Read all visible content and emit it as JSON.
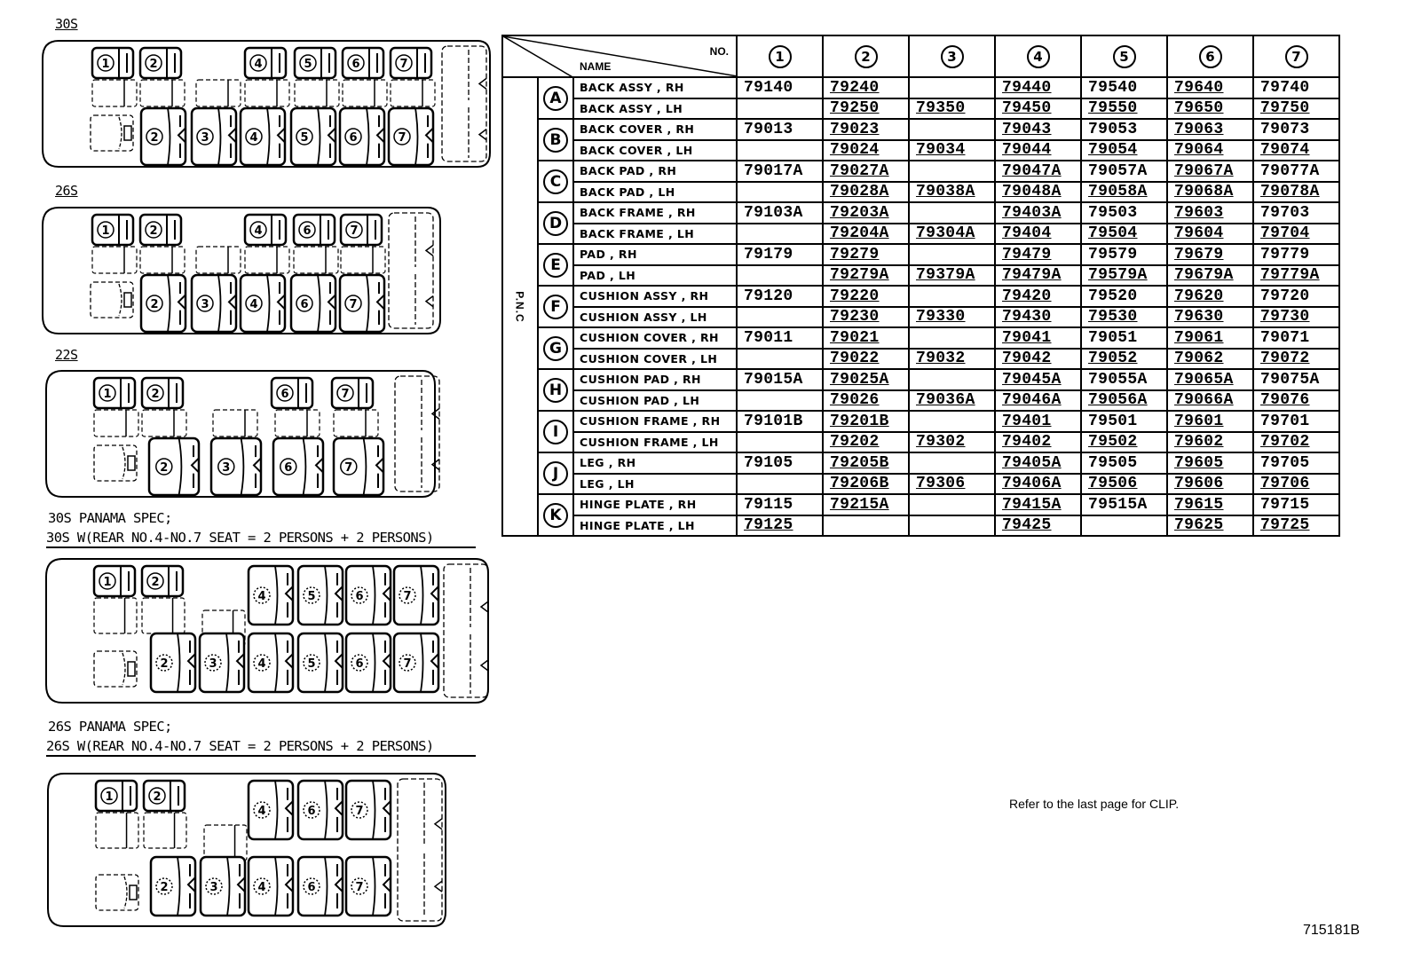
{
  "layouts": [
    {
      "label": "30S",
      "top_row": [
        "1",
        "2",
        "4",
        "5",
        "6",
        "7"
      ],
      "bottom_row": [
        "2",
        "3",
        "4",
        "5",
        "6",
        "7"
      ]
    },
    {
      "label": "26S",
      "top_row": [
        "1",
        "2",
        "4",
        "6",
        "7"
      ],
      "bottom_row": [
        "2",
        "3",
        "4",
        "6",
        "7"
      ]
    },
    {
      "label": "22S",
      "top_row": [
        "1",
        "2",
        "6",
        "7"
      ],
      "bottom_row": [
        "2",
        "3",
        "6",
        "7"
      ]
    },
    {
      "label_line1": "30S PANAMA SPEC;",
      "label_line2": "30S W(REAR NO.4-NO.7 SEAT = 2 PERSONS + 2 PERSONS)",
      "top_row": [
        "1",
        "2"
      ],
      "top_large": [
        "4",
        "5",
        "6",
        "7"
      ],
      "bottom_row": [
        "2",
        "3",
        "4",
        "5",
        "6",
        "7"
      ]
    },
    {
      "label_line1": "26S PANAMA SPEC;",
      "label_line2": "26S W(REAR NO.4-NO.7 SEAT = 2 PERSONS + 2 PERSONS)",
      "top_row": [
        "1",
        "2"
      ],
      "top_large": [
        "4",
        "6",
        "7"
      ],
      "bottom_row": [
        "2",
        "3",
        "4",
        "6",
        "7"
      ]
    }
  ],
  "table": {
    "header_no": "NO.",
    "header_name": "NAME",
    "side_label": "P.N.C",
    "columns": [
      "1",
      "2",
      "3",
      "4",
      "5",
      "6",
      "7"
    ],
    "groups": [
      {
        "letter": "A",
        "rows": [
          {
            "name": "BACK ASSY , RH",
            "values": [
              "79140",
              "79240",
              "",
              "79440",
              "79540",
              "79640",
              "79740"
            ]
          },
          {
            "name": "BACK ASSY , LH",
            "values": [
              "",
              "79250",
              "79350",
              "79450",
              "79550",
              "79650",
              "79750"
            ]
          }
        ]
      },
      {
        "letter": "B",
        "rows": [
          {
            "name": "BACK COVER , RH",
            "values": [
              "79013",
              "79023",
              "",
              "79043",
              "79053",
              "79063",
              "79073"
            ]
          },
          {
            "name": "BACK COVER , LH",
            "values": [
              "",
              "79024",
              "79034",
              "79044",
              "79054",
              "79064",
              "79074"
            ]
          }
        ]
      },
      {
        "letter": "C",
        "rows": [
          {
            "name": "BACK PAD , RH",
            "values": [
              "79017A",
              "79027A",
              "",
              "79047A",
              "79057A",
              "79067A",
              "79077A"
            ]
          },
          {
            "name": "BACK PAD , LH",
            "values": [
              "",
              "79028A",
              "79038A",
              "79048A",
              "79058A",
              "79068A",
              "79078A"
            ]
          }
        ]
      },
      {
        "letter": "D",
        "rows": [
          {
            "name": "BACK FRAME , RH",
            "values": [
              "79103A",
              "79203A",
              "",
              "79403A",
              "79503",
              "79603",
              "79703"
            ]
          },
          {
            "name": "BACK FRAME , LH",
            "values": [
              "",
              "79204A",
              "79304A",
              "79404",
              "79504",
              "79604",
              "79704"
            ]
          }
        ]
      },
      {
        "letter": "E",
        "rows": [
          {
            "name": "PAD , RH",
            "values": [
              "79179",
              "79279",
              "",
              "79479",
              "79579",
              "79679",
              "79779"
            ]
          },
          {
            "name": "PAD , LH",
            "values": [
              "",
              "79279A",
              "79379A",
              "79479A",
              "79579A",
              "79679A",
              "79779A"
            ]
          }
        ]
      },
      {
        "letter": "F",
        "rows": [
          {
            "name": "CUSHION ASSY , RH",
            "values": [
              "79120",
              "79220",
              "",
              "79420",
              "79520",
              "79620",
              "79720"
            ]
          },
          {
            "name": "CUSHION ASSY , LH",
            "values": [
              "",
              "79230",
              "79330",
              "79430",
              "79530",
              "79630",
              "79730"
            ]
          }
        ]
      },
      {
        "letter": "G",
        "rows": [
          {
            "name": "CUSHION COVER , RH",
            "values": [
              "79011",
              "79021",
              "",
              "79041",
              "79051",
              "79061",
              "79071"
            ]
          },
          {
            "name": "CUSHION COVER , LH",
            "values": [
              "",
              "79022",
              "79032",
              "79042",
              "79052",
              "79062",
              "79072"
            ]
          }
        ]
      },
      {
        "letter": "H",
        "rows": [
          {
            "name": "CUSHION PAD , RH",
            "values": [
              "79015A",
              "79025A",
              "",
              "79045A",
              "79055A",
              "79065A",
              "79075A"
            ]
          },
          {
            "name": "CUSHION PAD , LH",
            "values": [
              "",
              "79026",
              "79036A",
              "79046A",
              "79056A",
              "79066A",
              "79076"
            ]
          }
        ]
      },
      {
        "letter": "I",
        "rows": [
          {
            "name": "CUSHION FRAME , RH",
            "values": [
              "79101B",
              "79201B",
              "",
              "79401",
              "79501",
              "79601",
              "79701"
            ]
          },
          {
            "name": "CUSHION FRAME , LH",
            "values": [
              "",
              "79202",
              "79302",
              "79402",
              "79502",
              "79602",
              "79702"
            ]
          }
        ]
      },
      {
        "letter": "J",
        "rows": [
          {
            "name": "LEG , RH",
            "values": [
              "79105",
              "79205B",
              "",
              "79405A",
              "79505",
              "79605",
              "79705"
            ]
          },
          {
            "name": "LEG , LH",
            "values": [
              "",
              "79206B",
              "79306",
              "79406A",
              "79506",
              "79606",
              "79706"
            ]
          }
        ]
      },
      {
        "letter": "K",
        "rows": [
          {
            "name": "HINGE PLATE , RH",
            "values": [
              "79115",
              "79215A",
              "",
              "79415A",
              "79515A",
              "79615",
              "79715"
            ]
          },
          {
            "name": "HINGE PLATE , LH",
            "values": [
              "79125",
              "",
              "",
              "79425",
              "",
              "79625",
              "79725"
            ]
          }
        ]
      }
    ]
  },
  "footnote": "Refer to the last page for CLIP.",
  "figure_id": "715181B"
}
